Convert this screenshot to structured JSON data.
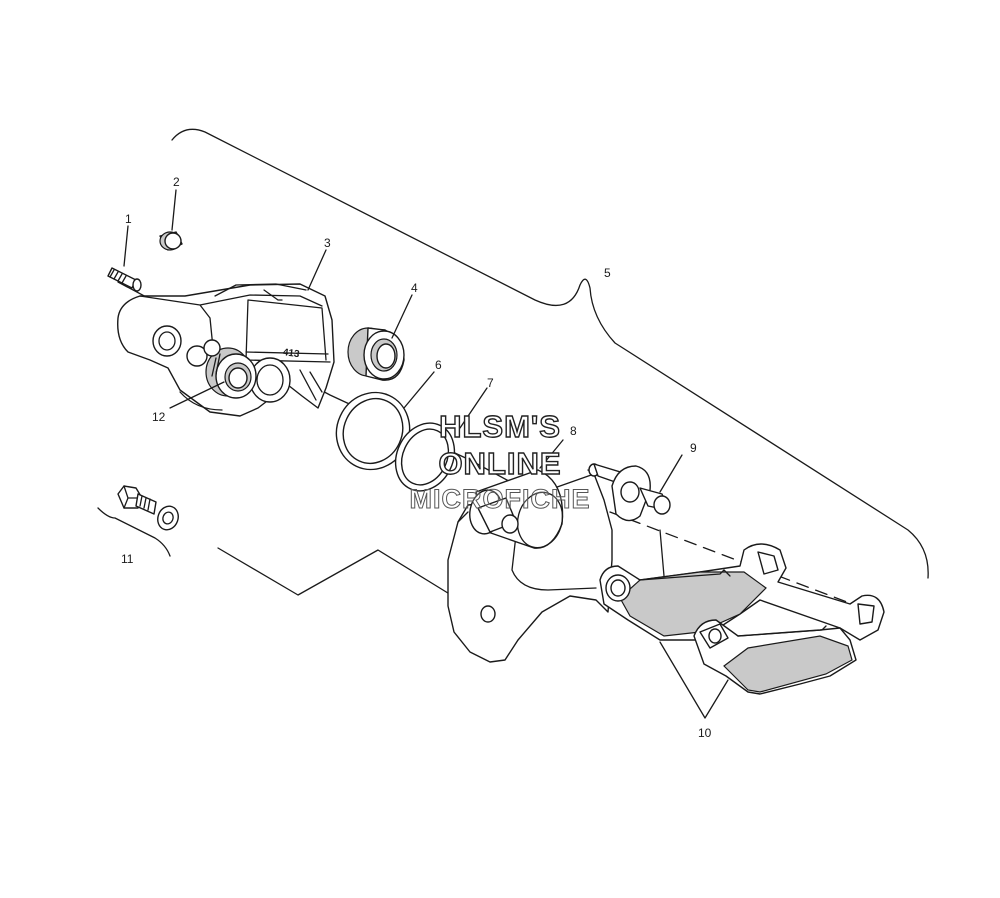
{
  "callouts": {
    "c1": "1",
    "c2": "2",
    "c3": "3",
    "c4": "4",
    "c5": "5",
    "c6": "6",
    "c7": "7",
    "c8": "8",
    "c9": "9",
    "c10": "10",
    "c11": "11",
    "c12": "12"
  },
  "caliper_mark": "413",
  "watermark": {
    "line1": "HLSM'S",
    "line2": "ONLINE",
    "line3": "MICROFICHE"
  }
}
